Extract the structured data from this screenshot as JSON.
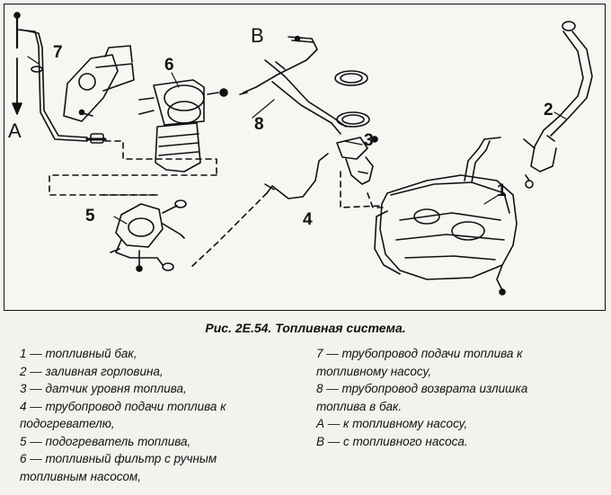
{
  "figure": {
    "labels": {
      "l1": "1",
      "l2": "2",
      "l3": "3",
      "l4": "4",
      "l5": "5",
      "l6": "6",
      "l7": "7",
      "l8": "8",
      "lA": "A",
      "lB": "B"
    }
  },
  "caption": "Рис. 2Е.54. Топливная система.",
  "legend_left": [
    "1 — топливный бак,",
    "2 — заливная горловина,",
    "3 — датчик уровня топлива,",
    "4 — трубопровод подачи топлива к",
    "подогревателю,",
    "5 — подогреватель топлива,",
    "6 — топливный фильтр с ручным",
    "топливным насосом,"
  ],
  "legend_right": [
    "7 — трубопровод подачи топлива к",
    "топливному насосу,",
    "8 — трубопровод возврата излишка",
    "топлива в бак.",
    "А — к топливному насосу,",
    "В — с топливного насоса."
  ]
}
